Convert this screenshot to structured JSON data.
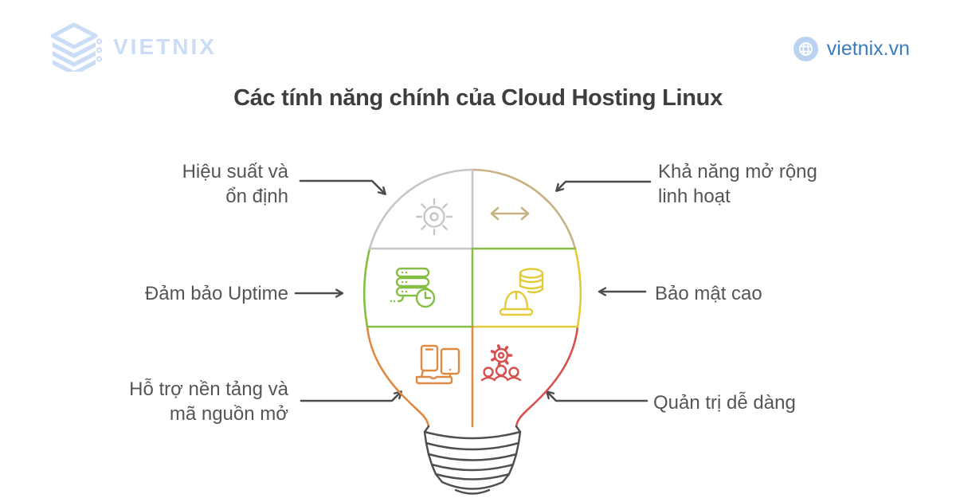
{
  "brand": {
    "logo_text": "VIETNIX",
    "logo_color": "#CBDDF6",
    "website": "vietnix.vn",
    "website_color": "#3B7CC0",
    "globe_bg_color": "#B9D3F0"
  },
  "title": "Các tính năng chính của Cloud Hosting Linux",
  "diagram": {
    "type": "lightbulb-feature-map",
    "bulb_base_color": "#4F4F4F",
    "arrow_color": "#4C4C4C",
    "features": [
      {
        "label": "Hiệu suất và\nổn định",
        "icon": "gear-icon",
        "color": "#C6C6C6",
        "position": "top-left"
      },
      {
        "label": "Khả năng mở rộng\nlinh hoạt",
        "icon": "horizontal-resize-arrow-icon",
        "color": "#C8B185",
        "position": "top-right"
      },
      {
        "label": "Đảm bảo Uptime",
        "icon": "server-clock-icon",
        "color": "#85BE45",
        "position": "middle-left"
      },
      {
        "label": "Bảo mật cao",
        "icon": "helmet-database-icon",
        "color": "#E2CB3B",
        "position": "middle-right"
      },
      {
        "label": "Hỗ trợ nền tảng và\nmã nguồn mở",
        "icon": "devices-icon",
        "color": "#DF8A42",
        "position": "bottom-left"
      },
      {
        "label": "Quản trị dễ dàng",
        "icon": "team-gear-icon",
        "color": "#D8504D",
        "position": "bottom-right"
      }
    ]
  }
}
